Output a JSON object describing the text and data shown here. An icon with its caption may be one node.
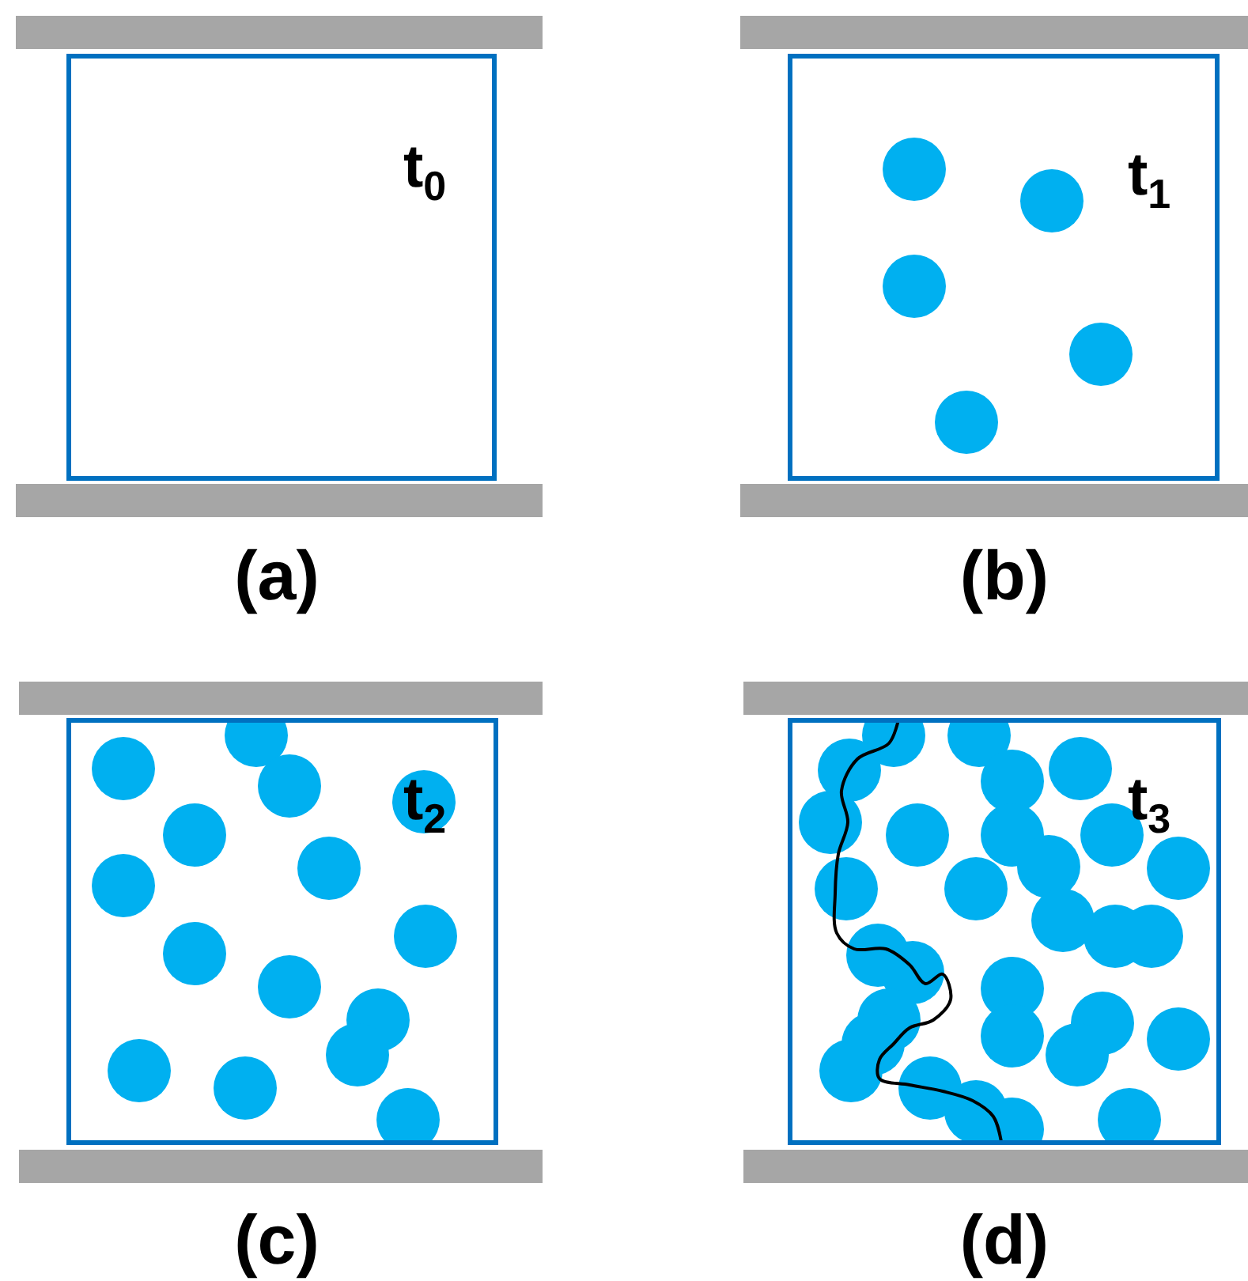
{
  "diagram": {
    "nodes": [
      {
        "text": [
          "t$_{0}$"
        ],
        "beside": [
          "(a)"
        ]
      },
      {
        "text": [
          "t$_{1}$"
        ],
        "beside": [
          "(b)"
        ]
      },
      {
        "text": [
          "t$_{2}$"
        ],
        "beside": [
          "(c)"
        ]
      },
      {
        "text": [
          "t$_{3}$"
        ],
        "beside": [
          "(d)"
        ]
      },
      {
        "text": [],
        "shape": "bar"
      },
      {
        "text": [],
        "shape": "bar"
      },
      {
        "text": [],
        "shape": "bar"
      },
      {
        "text": [],
        "shape": "bar"
      },
      {
        "text": [],
        "shape": "bar"
      },
      {
        "text": [],
        "shape": "bar"
      },
      {
        "text": [],
        "shape": "bar"
      },
      {
        "text": [],
        "shape": "bar"
      }
    ]
  }
}
